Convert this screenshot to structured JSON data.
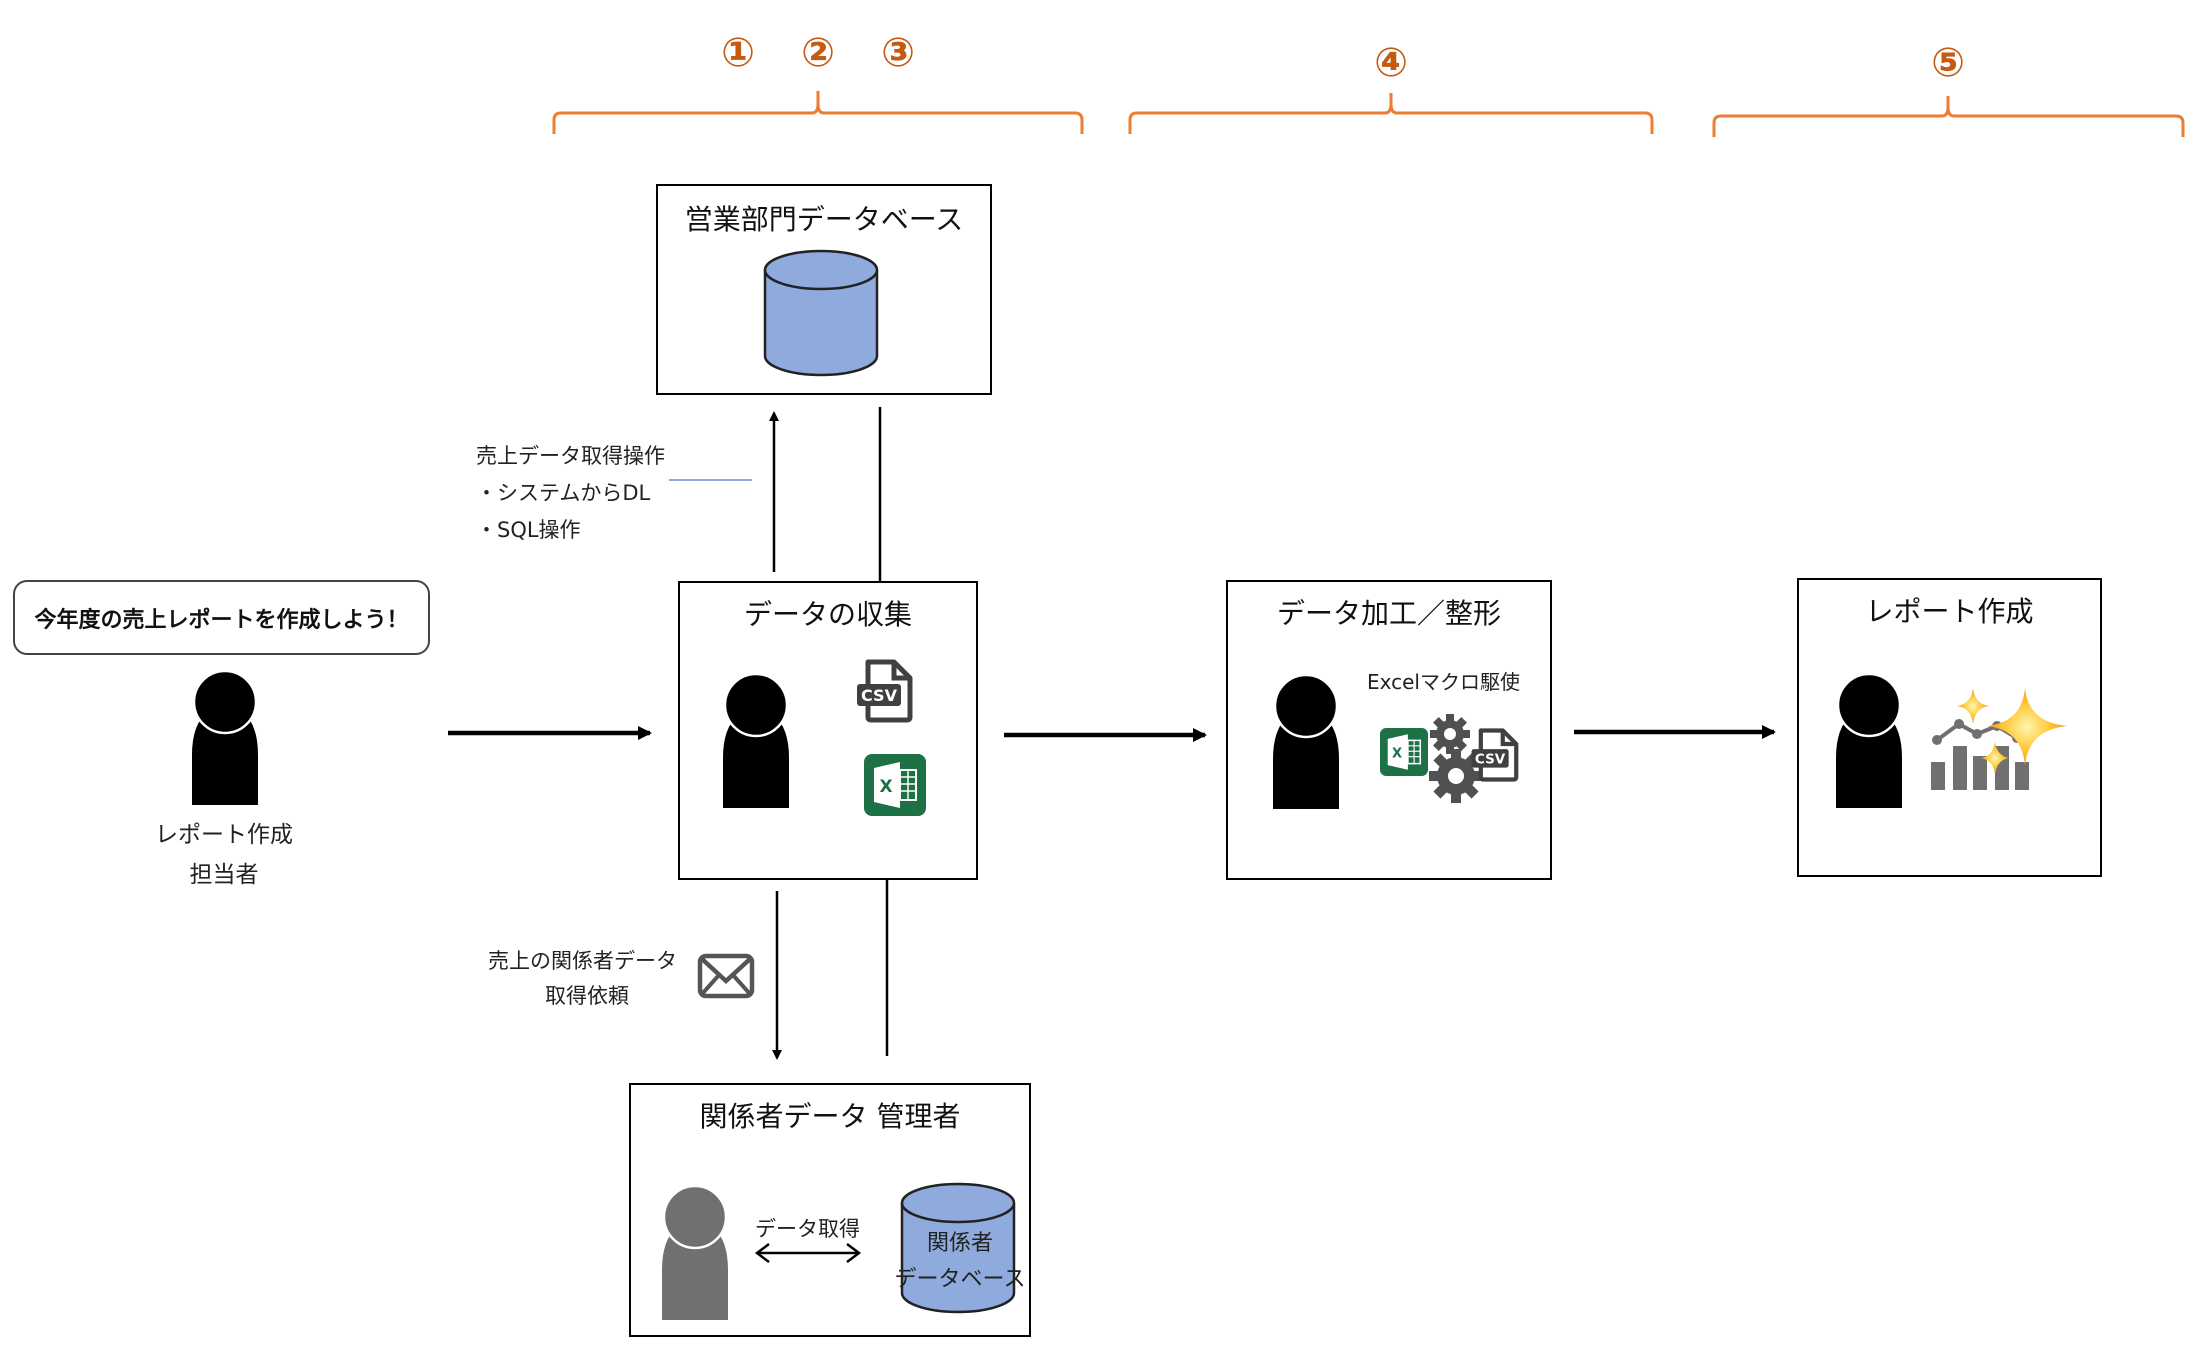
{
  "steps": {
    "group1": [
      "①",
      "②",
      "③"
    ],
    "group2": [
      "④"
    ],
    "group3": [
      "⑤"
    ]
  },
  "requester": {
    "speech": "今年度の売上レポートを作成しよう！",
    "role_line1": "レポート作成",
    "role_line2": "担当者"
  },
  "sales_db": {
    "title": "営業部門データベース"
  },
  "sales_fetch_note": {
    "title": "売上データ取得操作",
    "items": [
      "・システムからDL",
      "・SQL操作"
    ]
  },
  "collection": {
    "title": "データの収集",
    "csv_label": "CSV",
    "excel_label": "X"
  },
  "request_note": {
    "line1": "売上の関係者データ",
    "line2": "取得依頼"
  },
  "manager": {
    "title": "関係者データ 管理者",
    "arrow_label": "データ取得",
    "db_line1": "関係者",
    "db_line2": "データベース"
  },
  "processing": {
    "title": "データ加工／整形",
    "note": "Excelマクロ駆使",
    "csv_label": "CSV",
    "excel_label": "X"
  },
  "report": {
    "title": "レポート作成"
  },
  "colors": {
    "accent_orange": "#ed7d31",
    "step_number": "#c55a11",
    "database_fill": "#8faadc",
    "excel_green": "#1e7145",
    "icon_gray": "#505050"
  }
}
